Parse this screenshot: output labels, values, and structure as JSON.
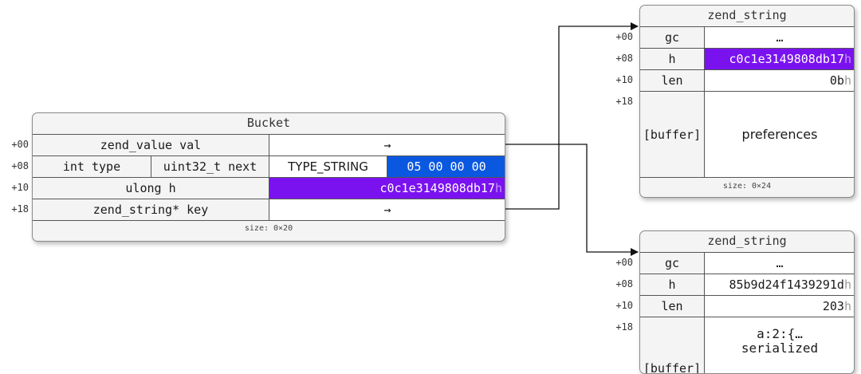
{
  "bucket": {
    "title": "Bucket",
    "offsets": [
      "+00",
      "+08",
      "+10",
      "+18"
    ],
    "val_label": "zend_value val",
    "val_value": "→",
    "type_label": "int type",
    "next_label": "uint32_t next",
    "type_value": "TYPE_STRING",
    "next_value": "05 00 00 00",
    "h_label": "ulong h",
    "h_value": "c0c1e3149808db17",
    "h_suffix": "h",
    "key_label": "zend_string* key",
    "key_value": "→",
    "size": "size: 0×20"
  },
  "zstr1": {
    "title": "zend_string",
    "offsets": [
      "+00",
      "+08",
      "+10",
      "+18"
    ],
    "gc_label": "gc",
    "gc_value": "…",
    "h_label": "h",
    "h_value": "c0c1e3149808db17",
    "h_suffix": "h",
    "len_label": "len",
    "len_value": "0b",
    "len_suffix": "h",
    "buffer_label": "[buffer]",
    "buffer_value": "preferences",
    "size": "size: 0×24"
  },
  "zstr2": {
    "title": "zend_string",
    "offsets": [
      "+00",
      "+08",
      "+10",
      "+18"
    ],
    "gc_label": "gc",
    "gc_value": "…",
    "h_label": "h",
    "h_value": "85b9d24f1439291d",
    "h_suffix": "h",
    "len_label": "len",
    "len_value": "203",
    "len_suffix": "h",
    "buffer_label": "[buffer]",
    "buffer_line1": "a:2:{…",
    "buffer_line2": "serialized"
  },
  "colors": {
    "hash_purple": "#7a12f0",
    "next_blue": "#0a58e0"
  }
}
